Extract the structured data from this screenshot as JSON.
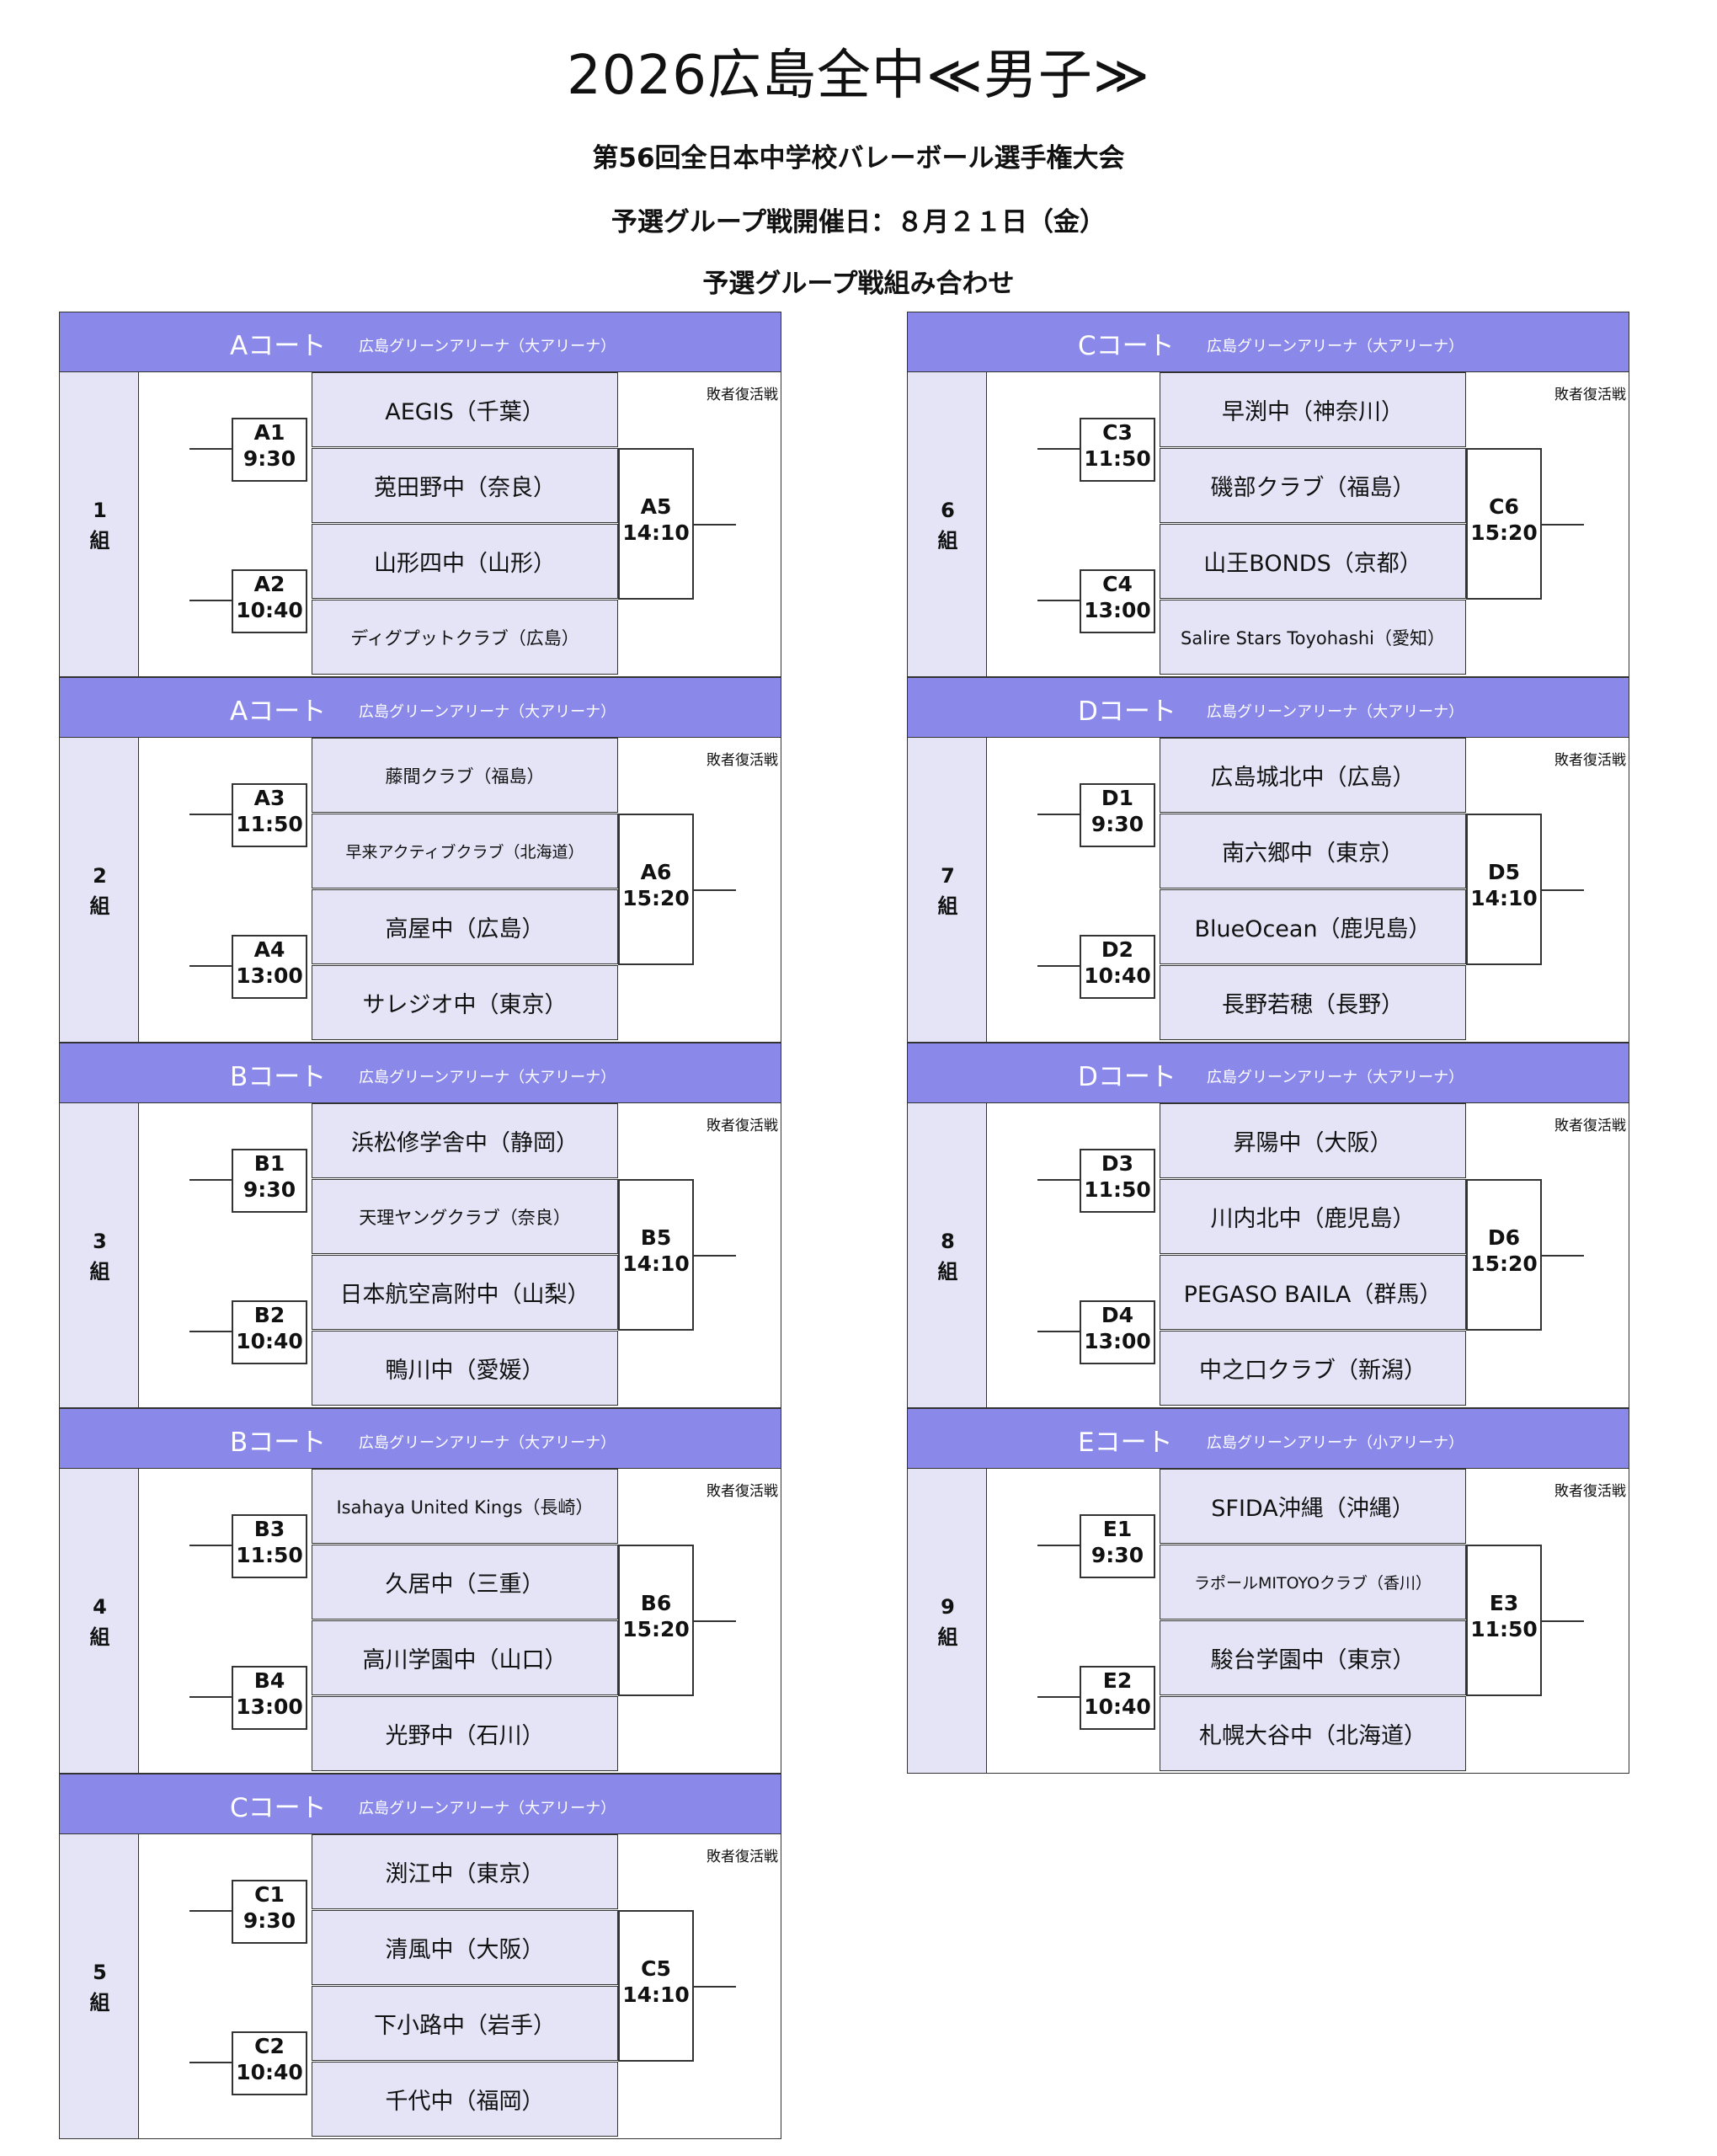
{
  "title": "2026広島全中≪男子≫",
  "subtitle1": "第56回全日本中学校バレーボール選手権大会",
  "subtitle2": "予選グループ戦開催日：８月２１日（金）",
  "subtitle3": "予選グループ戦組み合わせ",
  "loser_label": "敗者復活戦",
  "groups": [
    {
      "num": "1",
      "kumi": "組",
      "court": "Aコート",
      "venue": "広島グリーンアリーナ（大アリーナ）",
      "teams": [
        "AEGIS（千葉）",
        "莵田野中（奈良）",
        "山形四中（山形）",
        "ディグプットクラブ（広島）"
      ],
      "m1": {
        "id": "A1",
        "time": "9:30"
      },
      "m2": {
        "id": "A2",
        "time": "10:40"
      },
      "final": {
        "id": "A5",
        "time": "14:10"
      }
    },
    {
      "num": "2",
      "kumi": "組",
      "court": "Aコート",
      "venue": "広島グリーンアリーナ（大アリーナ）",
      "teams": [
        "藤間クラブ（福島）",
        "早来アクティブクラブ（北海道）",
        "高屋中（広島）",
        "サレジオ中（東京）"
      ],
      "m1": {
        "id": "A3",
        "time": "11:50"
      },
      "m2": {
        "id": "A4",
        "time": "13:00"
      },
      "final": {
        "id": "A6",
        "time": "15:20"
      }
    },
    {
      "num": "3",
      "kumi": "組",
      "court": "Bコート",
      "venue": "広島グリーンアリーナ（大アリーナ）",
      "teams": [
        "浜松修学舎中（静岡）",
        "天理ヤングクラブ（奈良）",
        "日本航空高附中（山梨）",
        "鴨川中（愛媛）"
      ],
      "m1": {
        "id": "B1",
        "time": "9:30"
      },
      "m2": {
        "id": "B2",
        "time": "10:40"
      },
      "final": {
        "id": "B5",
        "time": "14:10"
      }
    },
    {
      "num": "4",
      "kumi": "組",
      "court": "Bコート",
      "venue": "広島グリーンアリーナ（大アリーナ）",
      "teams": [
        "Isahaya United Kings（長崎）",
        "久居中（三重）",
        "高川学園中（山口）",
        "光野中（石川）"
      ],
      "m1": {
        "id": "B3",
        "time": "11:50"
      },
      "m2": {
        "id": "B4",
        "time": "13:00"
      },
      "final": {
        "id": "B6",
        "time": "15:20"
      }
    },
    {
      "num": "5",
      "kumi": "組",
      "court": "Cコート",
      "venue": "広島グリーンアリーナ（大アリーナ）",
      "teams": [
        "渕江中（東京）",
        "清風中（大阪）",
        "下小路中（岩手）",
        "千代中（福岡）"
      ],
      "m1": {
        "id": "C1",
        "time": "9:30"
      },
      "m2": {
        "id": "C2",
        "time": "10:40"
      },
      "final": {
        "id": "C5",
        "time": "14:10"
      }
    },
    {
      "num": "6",
      "kumi": "組",
      "court": "Cコート",
      "venue": "広島グリーンアリーナ（大アリーナ）",
      "teams": [
        "早渕中（神奈川）",
        "磯部クラブ（福島）",
        "山王BONDS（京都）",
        "Salire Stars Toyohashi（愛知）"
      ],
      "m1": {
        "id": "C3",
        "time": "11:50"
      },
      "m2": {
        "id": "C4",
        "time": "13:00"
      },
      "final": {
        "id": "C6",
        "time": "15:20"
      }
    },
    {
      "num": "7",
      "kumi": "組",
      "court": "Dコート",
      "venue": "広島グリーンアリーナ（大アリーナ）",
      "teams": [
        "広島城北中（広島）",
        "南六郷中（東京）",
        "BlueOcean（鹿児島）",
        "長野若穂（長野）"
      ],
      "m1": {
        "id": "D1",
        "time": "9:30"
      },
      "m2": {
        "id": "D2",
        "time": "10:40"
      },
      "final": {
        "id": "D5",
        "time": "14:10"
      }
    },
    {
      "num": "8",
      "kumi": "組",
      "court": "Dコート",
      "venue": "広島グリーンアリーナ（大アリーナ）",
      "teams": [
        "昇陽中（大阪）",
        "川内北中（鹿児島）",
        "PEGASO BAILA（群馬）",
        "中之口クラブ（新潟）"
      ],
      "m1": {
        "id": "D3",
        "time": "11:50"
      },
      "m2": {
        "id": "D4",
        "time": "13:00"
      },
      "final": {
        "id": "D6",
        "time": "15:20"
      }
    },
    {
      "num": "9",
      "kumi": "組",
      "court": "Eコート",
      "venue": "広島グリーンアリーナ（小アリーナ）",
      "teams": [
        "SFIDA沖縄（沖縄）",
        "ラポールMITOYOクラブ（香川）",
        "駿台学園中（東京）",
        "札幌大谷中（北海道）"
      ],
      "m1": {
        "id": "E1",
        "time": "9:30"
      },
      "m2": {
        "id": "E2",
        "time": "10:40"
      },
      "final": {
        "id": "E3",
        "time": "11:50"
      }
    }
  ]
}
